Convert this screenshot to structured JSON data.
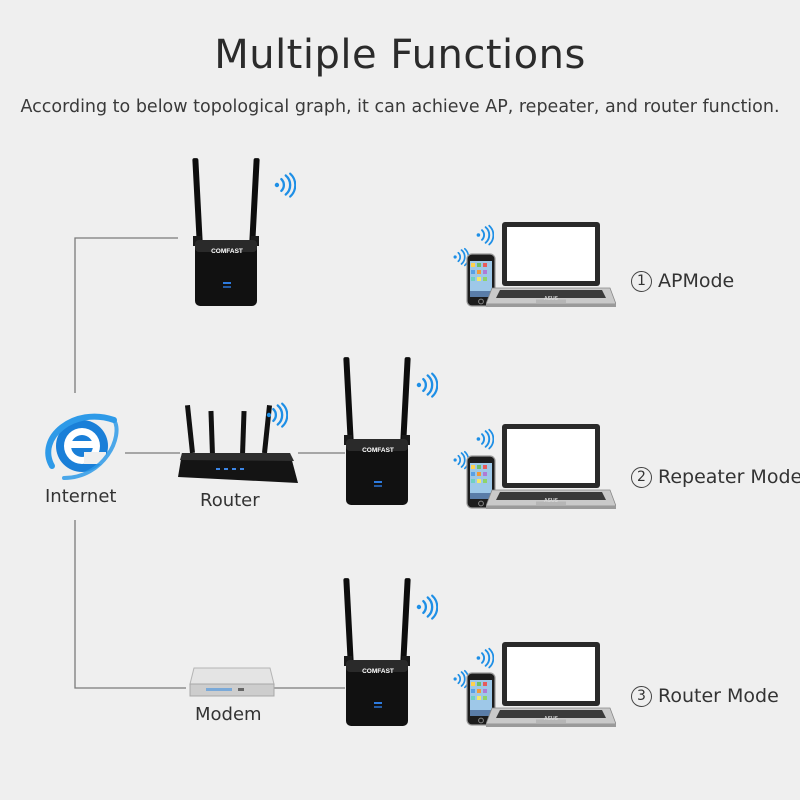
{
  "header": {
    "title": "Multiple Functions",
    "subtitle": "According to below topological graph, it can achieve AP, repeater, and router function."
  },
  "devices": {
    "internet": "Internet",
    "router": "Router",
    "modem": "Modem",
    "extender_brand": "COMFAST",
    "laptop_brand": "ASUS"
  },
  "modes": [
    {
      "number": "1",
      "label": "APMode"
    },
    {
      "number": "2",
      "label": "Repeater Mode"
    },
    {
      "number": "3",
      "label": "Router Mode"
    }
  ],
  "colors": {
    "background": "#efefef",
    "wifi": "#1e8fe6",
    "ie_blue": "#1a7fd8",
    "device_black": "#111111",
    "line": "#777777"
  }
}
